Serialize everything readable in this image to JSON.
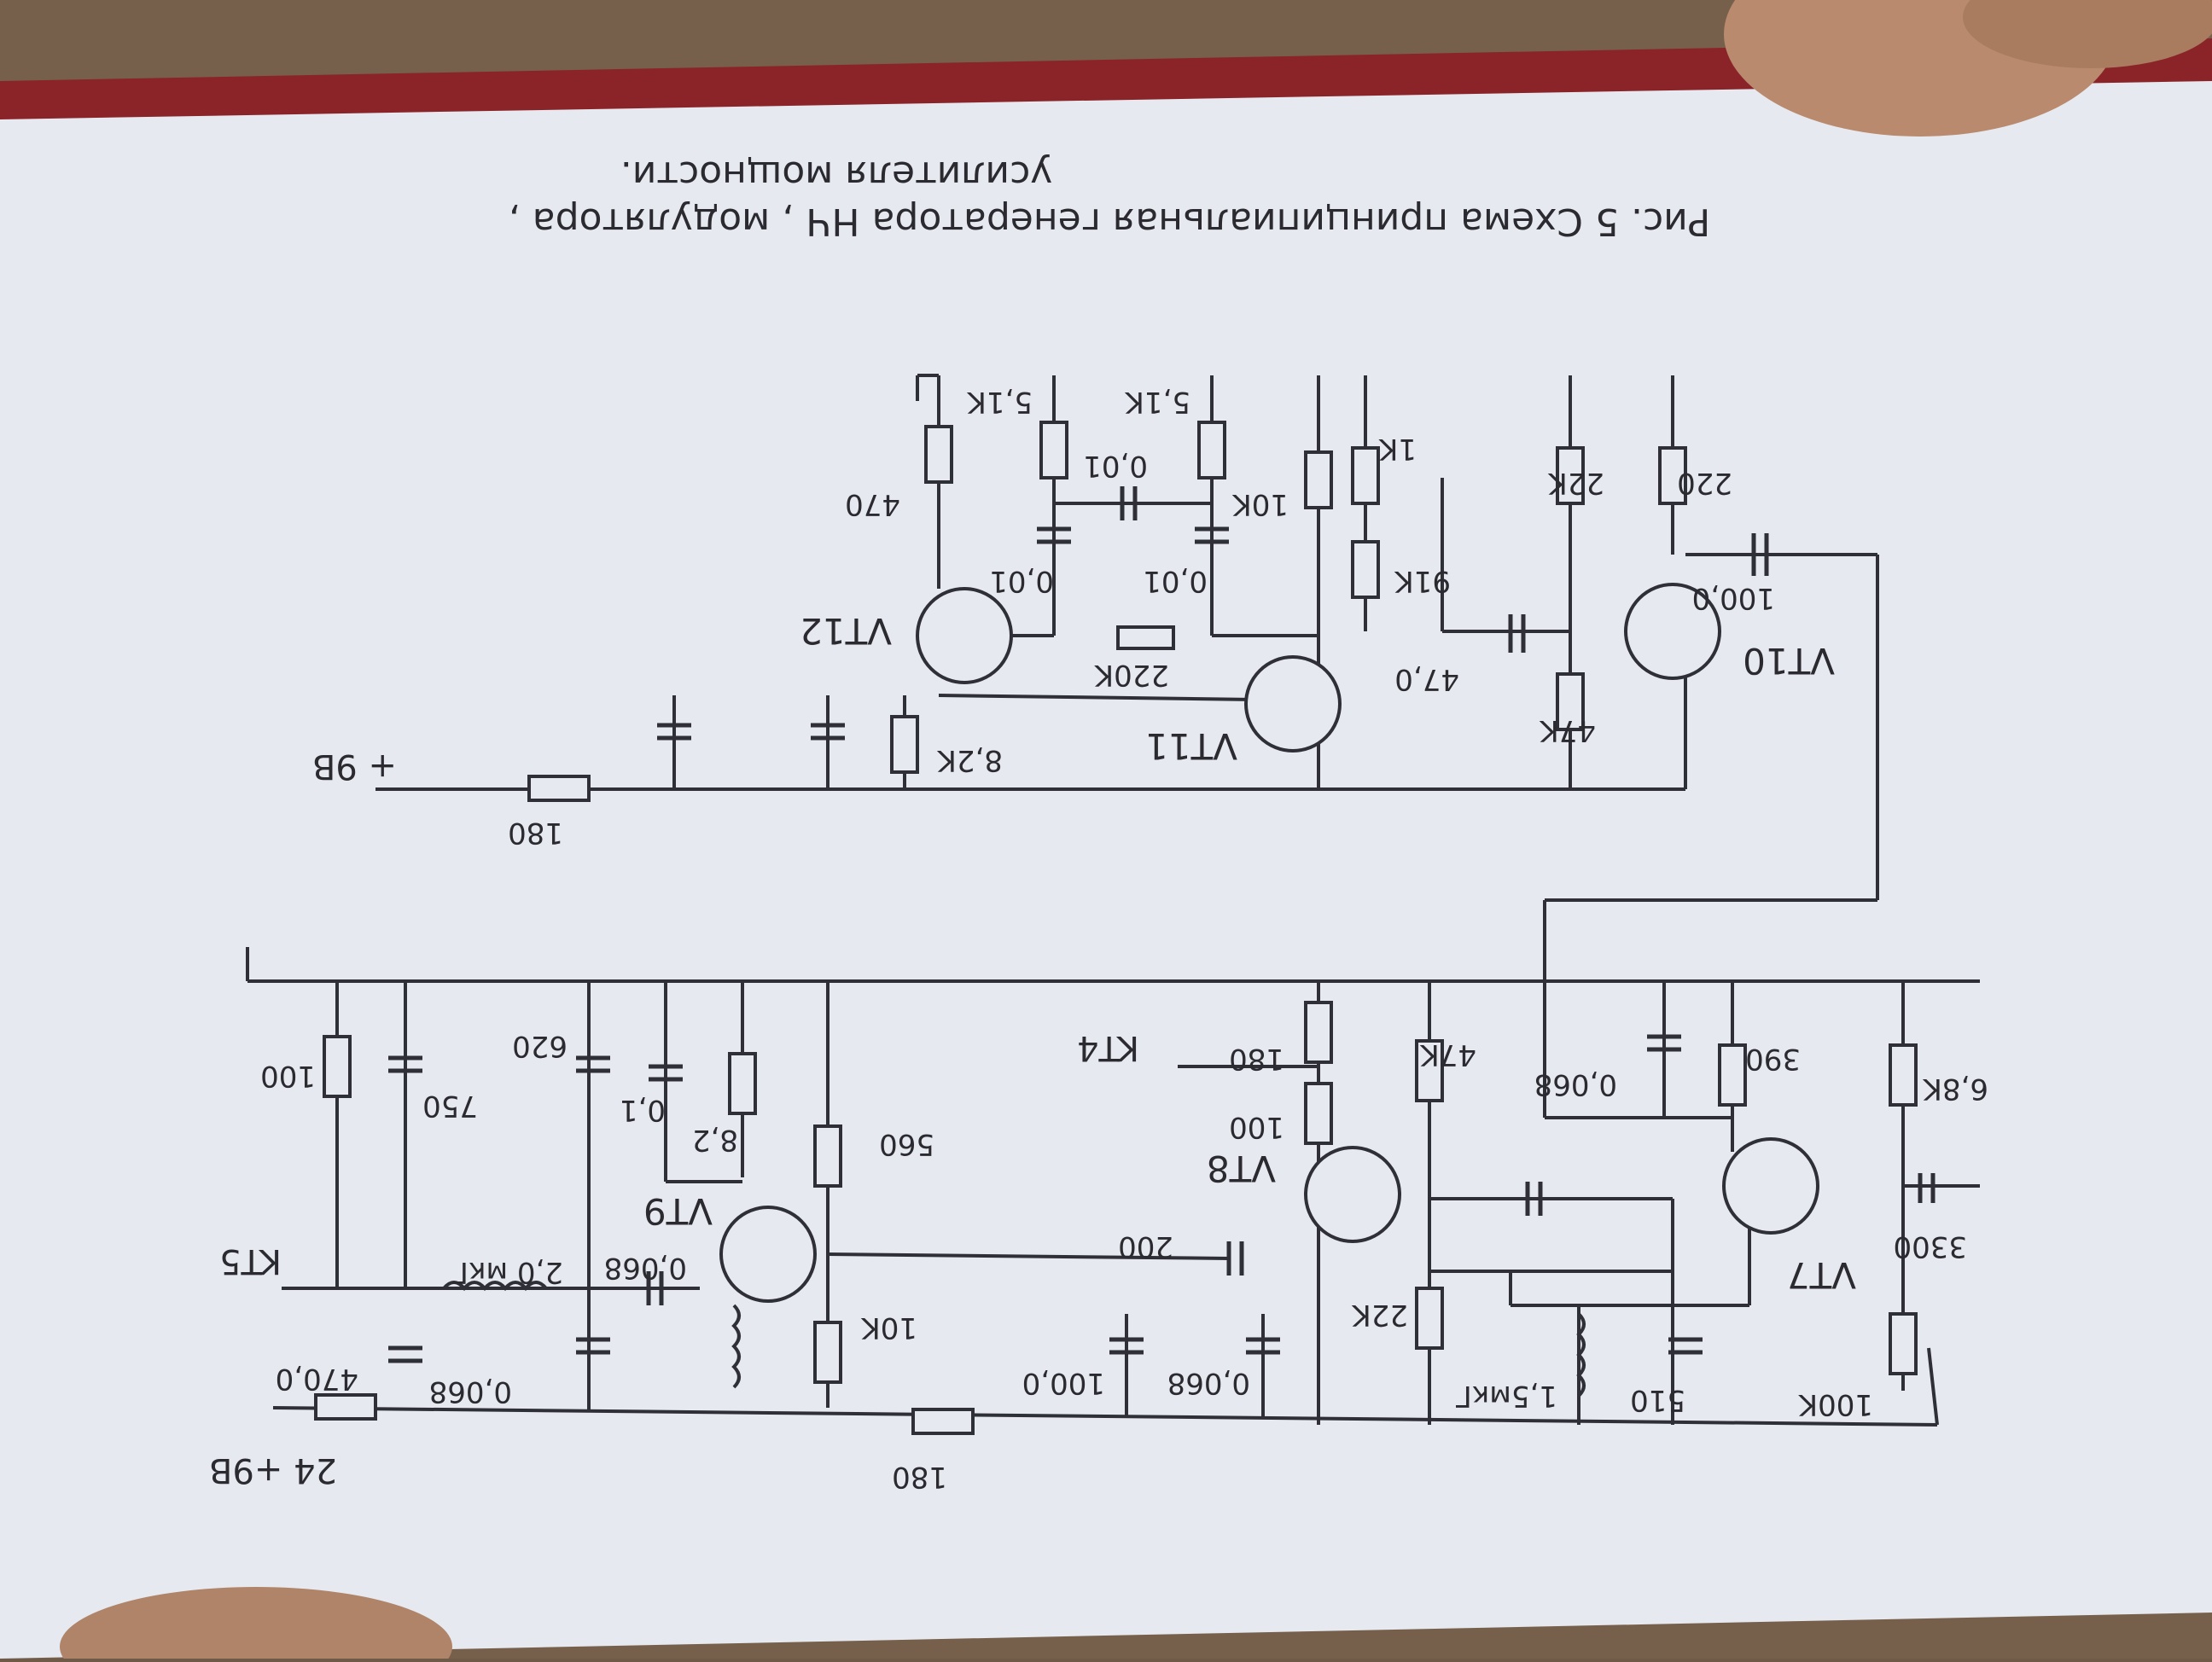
{
  "caption": {
    "line1": "Рис. 5   Схема   принципиальная   генератора НЧ , модулятора ,",
    "line2": "усилителя   мощности."
  },
  "top_circuit": {
    "transistors": [
      "VT10",
      "VT11",
      "VT12"
    ],
    "resistors": [
      "220",
      "22K",
      "1K",
      "91K",
      "10K",
      "5,1K",
      "5,1K",
      "470",
      "47K",
      "8,2K",
      "220K",
      "180"
    ],
    "capacitors": [
      "100,0",
      "47,0",
      "0,01",
      "0,01",
      "0,01"
    ],
    "supply": "+ 9В"
  },
  "bottom_circuit": {
    "transistors": [
      "VT7",
      "VT8",
      "VT9"
    ],
    "resistors": [
      "6,8K",
      "390",
      "47K",
      "180",
      "100",
      "22K",
      "560",
      "8,2",
      "100",
      "10K",
      "100K",
      "180"
    ],
    "capacitors": [
      "0,068",
      "3300",
      "510",
      "200",
      "0,068",
      "100,0",
      "0,1",
      "620",
      "750",
      "0,068",
      "0,068",
      "470,0"
    ],
    "inductors": [
      "1,5мкГ",
      "2,0 мкГ"
    ],
    "labels": [
      "KT4",
      "KT5"
    ],
    "supply": "24 +9В"
  }
}
